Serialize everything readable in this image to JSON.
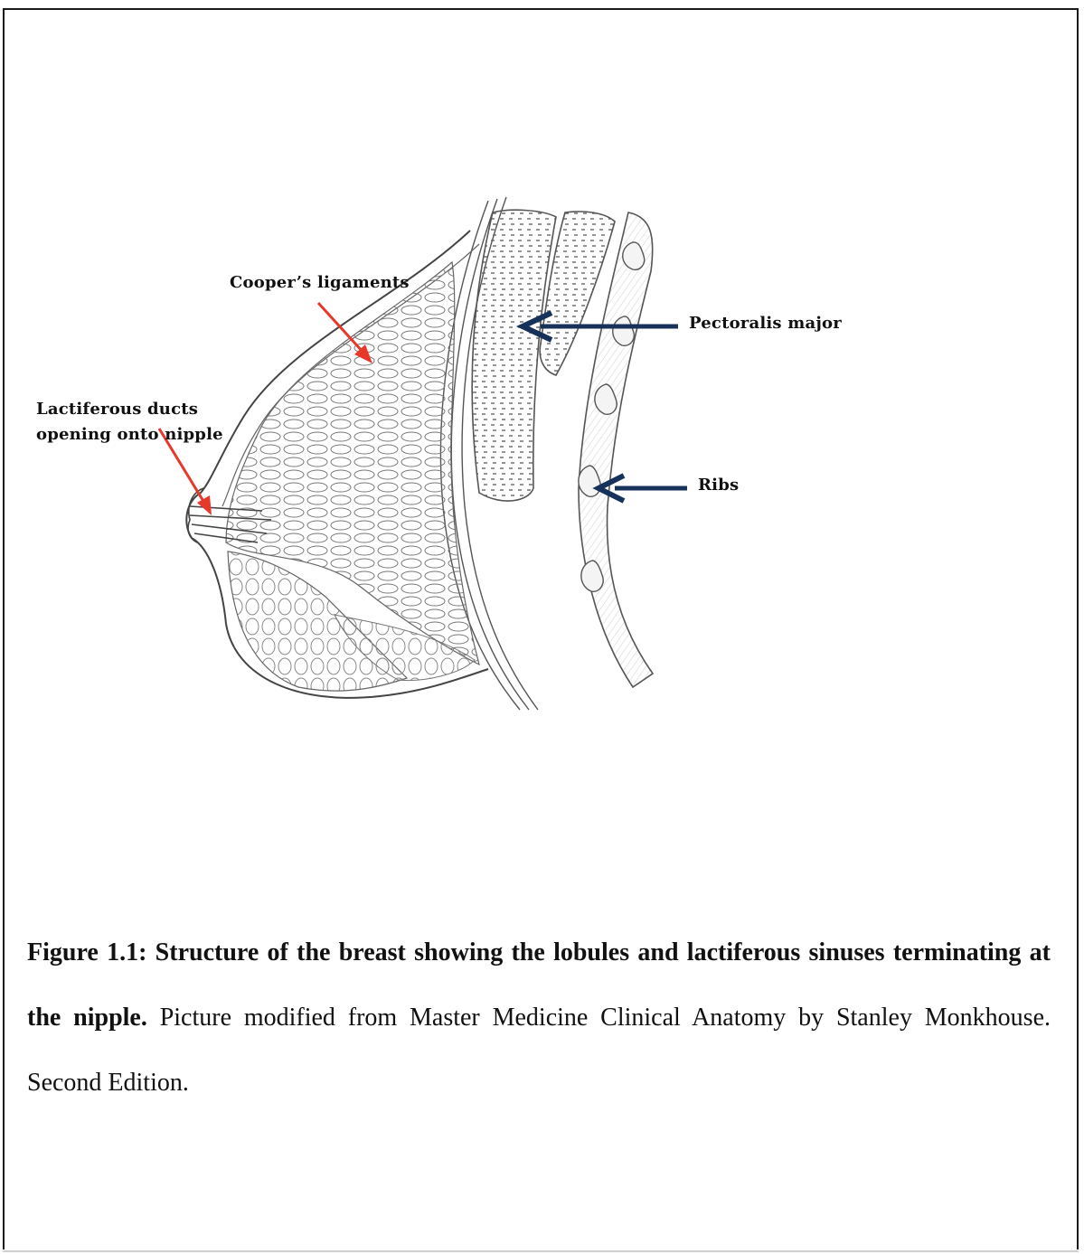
{
  "labels": {
    "coopers_ligaments": "Cooper’s ligaments",
    "pectoralis_major": "Pectoralis major",
    "lactiferous_ducts_line1": "Lactiferous ducts",
    "lactiferous_ducts_line2": "opening onto nipple",
    "ribs": "Ribs"
  },
  "caption": {
    "figure_title": "Figure 1.1: Structure of the breast showing the lobules and lactiferous sinuses terminating at the nipple.",
    "body": " Picture modified from Master Medicine Clinical Anatomy by Stanley Monkhouse. Second Edition."
  },
  "colors": {
    "red_arrow": "#e8382a",
    "navy_arrow": "#17325a",
    "pencil": "#555555"
  }
}
